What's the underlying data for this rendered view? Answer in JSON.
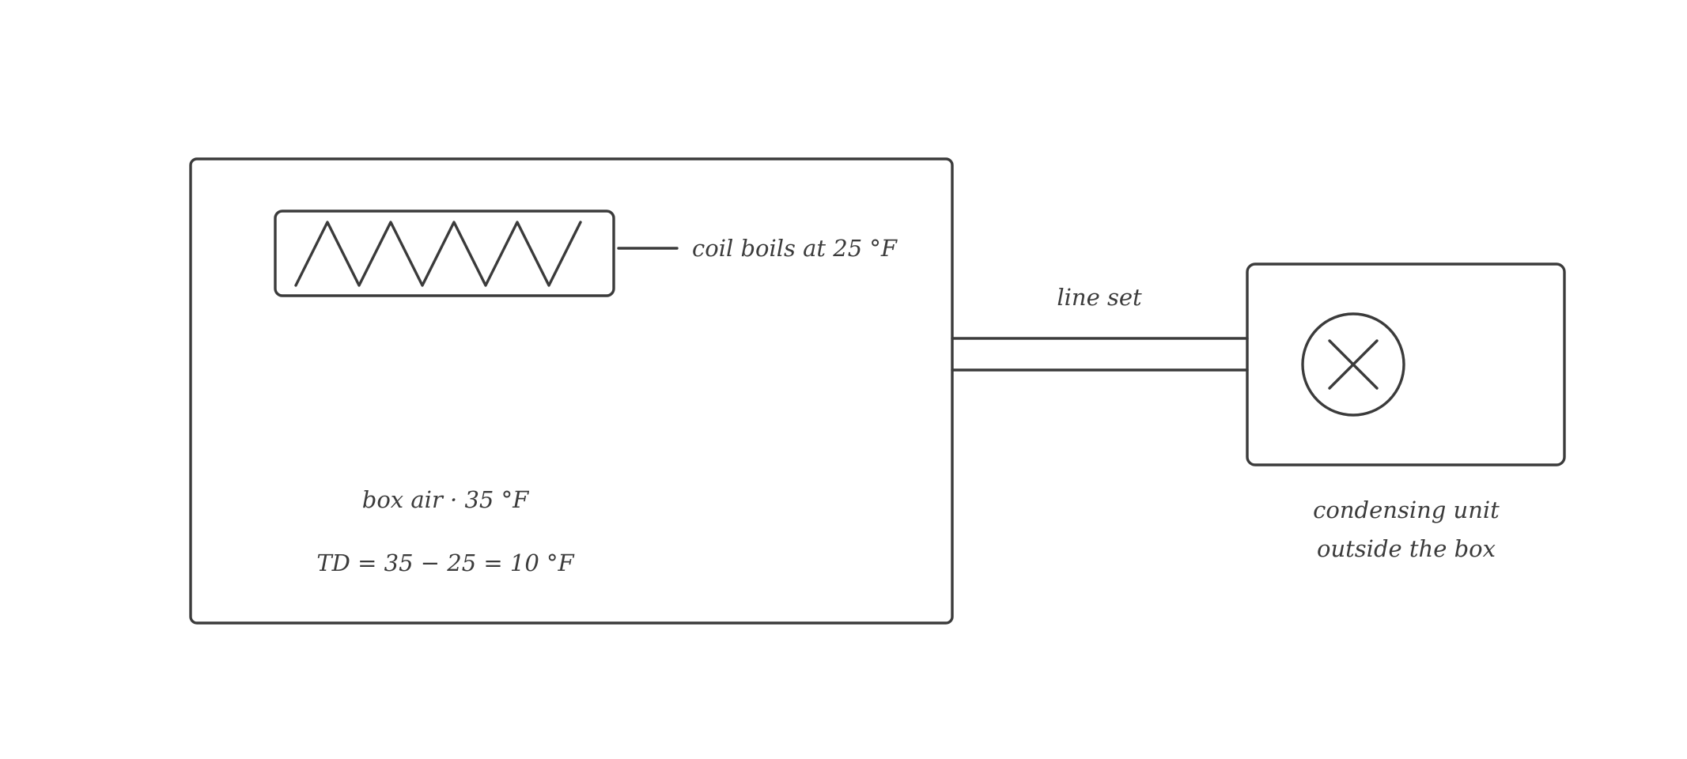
{
  "diagram": {
    "coil_label": "coil boils at 25 °F",
    "box_air_label": "box air · 35 °F",
    "td_label": "TD = 35 − 25 = 10 °F",
    "line_set_label": "line set",
    "condensing_unit_label_line1": "condensing unit",
    "condensing_unit_label_line2": "outside the box"
  },
  "colors": {
    "stroke": "#3b3b3b",
    "background": "#ffffff"
  }
}
